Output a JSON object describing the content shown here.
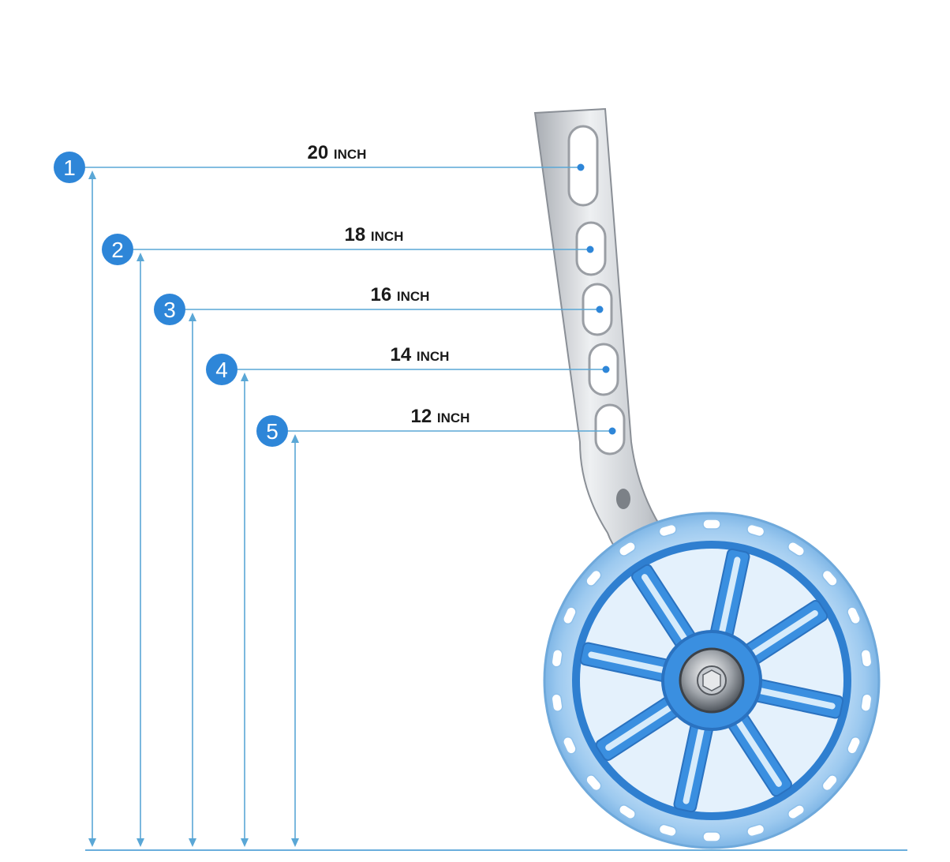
{
  "colors": {
    "accent": "#2e86d8",
    "line": "#5aa7d6",
    "bracket": "#c9ccd1",
    "wheel_blue": "#3a8fe0",
    "wheel_clear": "#d8ecfb"
  },
  "positions": [
    {
      "number": "1",
      "value": "20",
      "unit": "INCH"
    },
    {
      "number": "2",
      "value": "18",
      "unit": "INCH"
    },
    {
      "number": "3",
      "value": "16",
      "unit": "INCH"
    },
    {
      "number": "4",
      "value": "14",
      "unit": "INCH"
    },
    {
      "number": "5",
      "value": "12",
      "unit": "INCH"
    }
  ],
  "illustration": {
    "bracket": "training-wheel-bracket",
    "wheel": "training-wheel"
  }
}
